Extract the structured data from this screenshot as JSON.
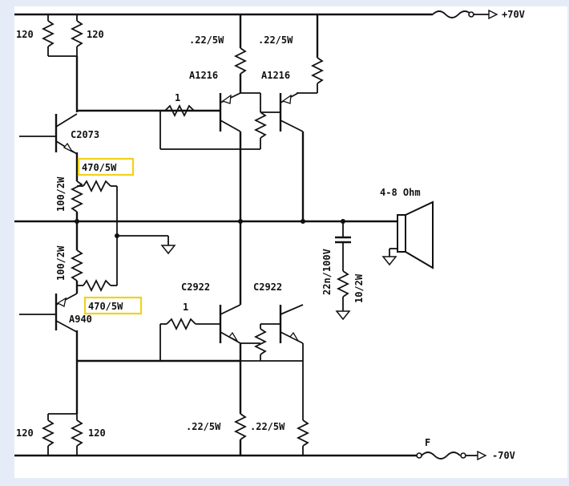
{
  "rails": {
    "positive": "+70V",
    "negative": "-70V",
    "fuse_letter": "F"
  },
  "resistors": {
    "bias_top_left": "120",
    "bias_top_right": "120",
    "bias_bottom_left": "120",
    "bias_bottom_right": "120",
    "emitter_top_1": ".22/5W",
    "emitter_top_2": ".22/5W",
    "emitter_bottom_1": ".22/5W",
    "emitter_bottom_2": ".22/5W",
    "base_top": "1",
    "base_bottom": "1",
    "driver_top": "100/2W",
    "driver_bottom": "100/2W",
    "highlight_top": "470/5W",
    "highlight_bottom": "470/5W",
    "zobel_r": "10/2W"
  },
  "capacitors": {
    "zobel_c": "22n/100V"
  },
  "transistors": {
    "driver_npn": "C2073",
    "driver_pnp": "A940",
    "output_top_1": "A1216",
    "output_top_2": "A1216",
    "output_bottom_1": "C2922",
    "output_bottom_2": "C2922"
  },
  "speaker": {
    "label": "4-8 Ohm"
  },
  "colors": {
    "background": "#e6ecf7",
    "highlight": "#f1d21a",
    "ink": "#111111"
  }
}
